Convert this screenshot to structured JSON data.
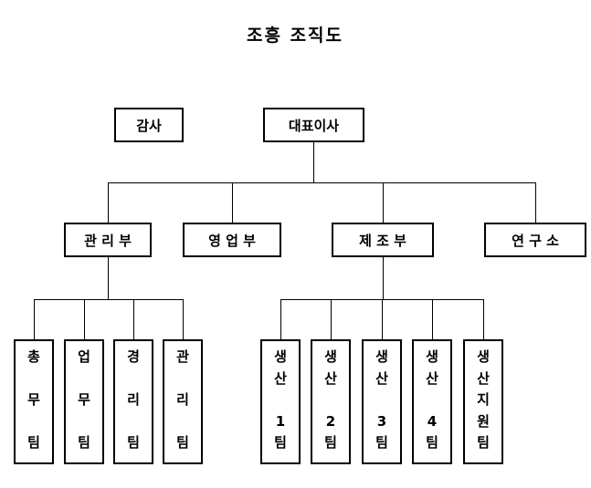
{
  "title": "조흥 조직도",
  "org": {
    "auditor": "감사",
    "ceo": "대표이사",
    "departments": {
      "management": "관 리 부",
      "sales": "영 업 부",
      "manufacturing": "제 조 부",
      "research": "연 구 소"
    },
    "management_teams": [
      "총 무 팀",
      "업 무 팀",
      "경 리 팀",
      "관 리 팀"
    ],
    "manufacturing_teams": [
      "생산 1팀",
      "생산 2팀",
      "생산 3팀",
      "생산 4팀",
      "생산지원팀"
    ]
  },
  "colors": {
    "background": "#ffffff",
    "line": "#000000",
    "text": "#000000"
  }
}
